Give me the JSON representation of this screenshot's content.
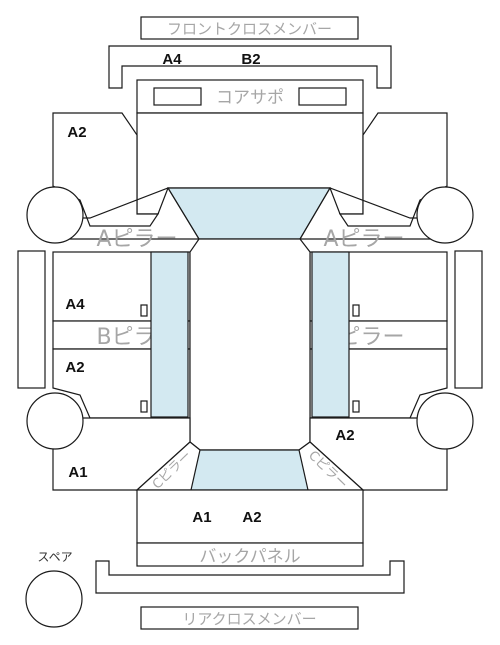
{
  "labels": {
    "front_cross_member": "フロントクロスメンバー",
    "core_support": "コアサポ",
    "a_pillar_left": "Aピラー",
    "a_pillar_right": "Aピラー",
    "b_pillar_left": "Bピラー",
    "b_pillar_right": "Bピラー",
    "c_pillar_left": "Cピラー",
    "c_pillar_right": "Cピラー",
    "back_panel": "バックパネル",
    "rear_cross_member": "リアクロスメンバー",
    "spare": "スペア"
  },
  "damage_codes": {
    "front_member_1": "A4",
    "front_member_2": "B2",
    "front_left_fender": "A2",
    "left_front_door": "A4",
    "left_rear_door": "A2",
    "left_rear_quarter": "A1",
    "right_rear_quarter": "A2",
    "rear_panel_1": "A1",
    "rear_panel_2": "A2"
  },
  "colors": {
    "glass": "#d3e9f1",
    "outline": "#1a1a1a",
    "label_grey": "#a6a6a6"
  }
}
